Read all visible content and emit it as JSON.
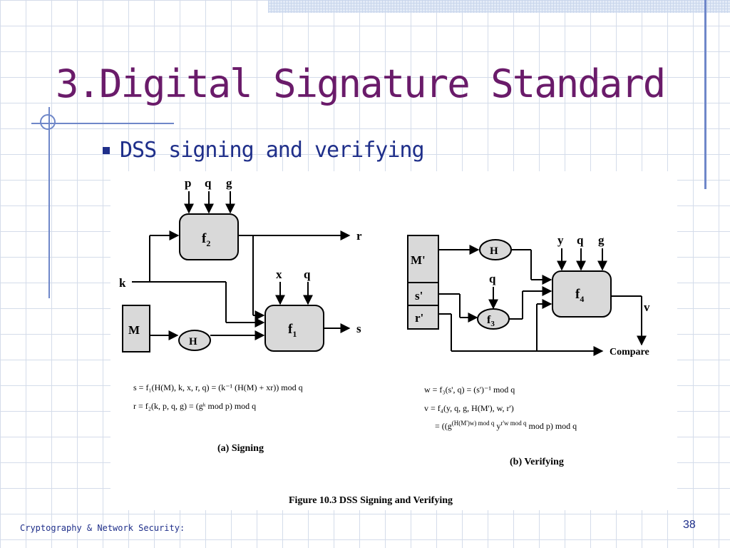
{
  "slide": {
    "title": "3.Digital Signature Standard",
    "bullet": "DSS signing and verifying",
    "footer": "Cryptography & Network Security:",
    "page_number": "38"
  },
  "figure": {
    "signing": {
      "top_inputs": [
        "p",
        "q",
        "g"
      ],
      "f2": "f",
      "f2_sub": "2",
      "f1": "f",
      "f1_sub": "1",
      "x": "x",
      "q": "q",
      "k": "k",
      "M": "M",
      "H": "H",
      "r": "r",
      "s": "s",
      "eq1": "s  =  f₁(H(M), k, x, r, q)  =  (k⁻¹ (H(M) + xr)) mod q",
      "eq2": "r  =  f₂(k, p, q, g)  =  (gᵏ mod p) mod q",
      "caption": "(a) Signing"
    },
    "verifying": {
      "M_prime": "M'",
      "s_prime": "s'",
      "r_prime": "r'",
      "H": "H",
      "q": "q",
      "f3": "f",
      "f3_sub": "3",
      "top_inputs": [
        "y",
        "q",
        "g"
      ],
      "f4": "f",
      "f4_sub": "4",
      "v": "v",
      "compare": "Compare",
      "eq1": "w  =  f₃(s', q)  =  (s')⁻¹ mod q",
      "eq2": "v  =  f₄(y, q, g, H(M'), w, r')",
      "eq3_pre": "=  ((g",
      "eq3_sup1": "(H(M')w) mod q",
      "eq3_mid": " y",
      "eq3_sup2": "r'w mod q",
      "eq3_post": " mod p) mod q",
      "caption": "(b) Verifying"
    },
    "figure_caption": "Figure 10.3   DSS Signing and Verifying"
  }
}
